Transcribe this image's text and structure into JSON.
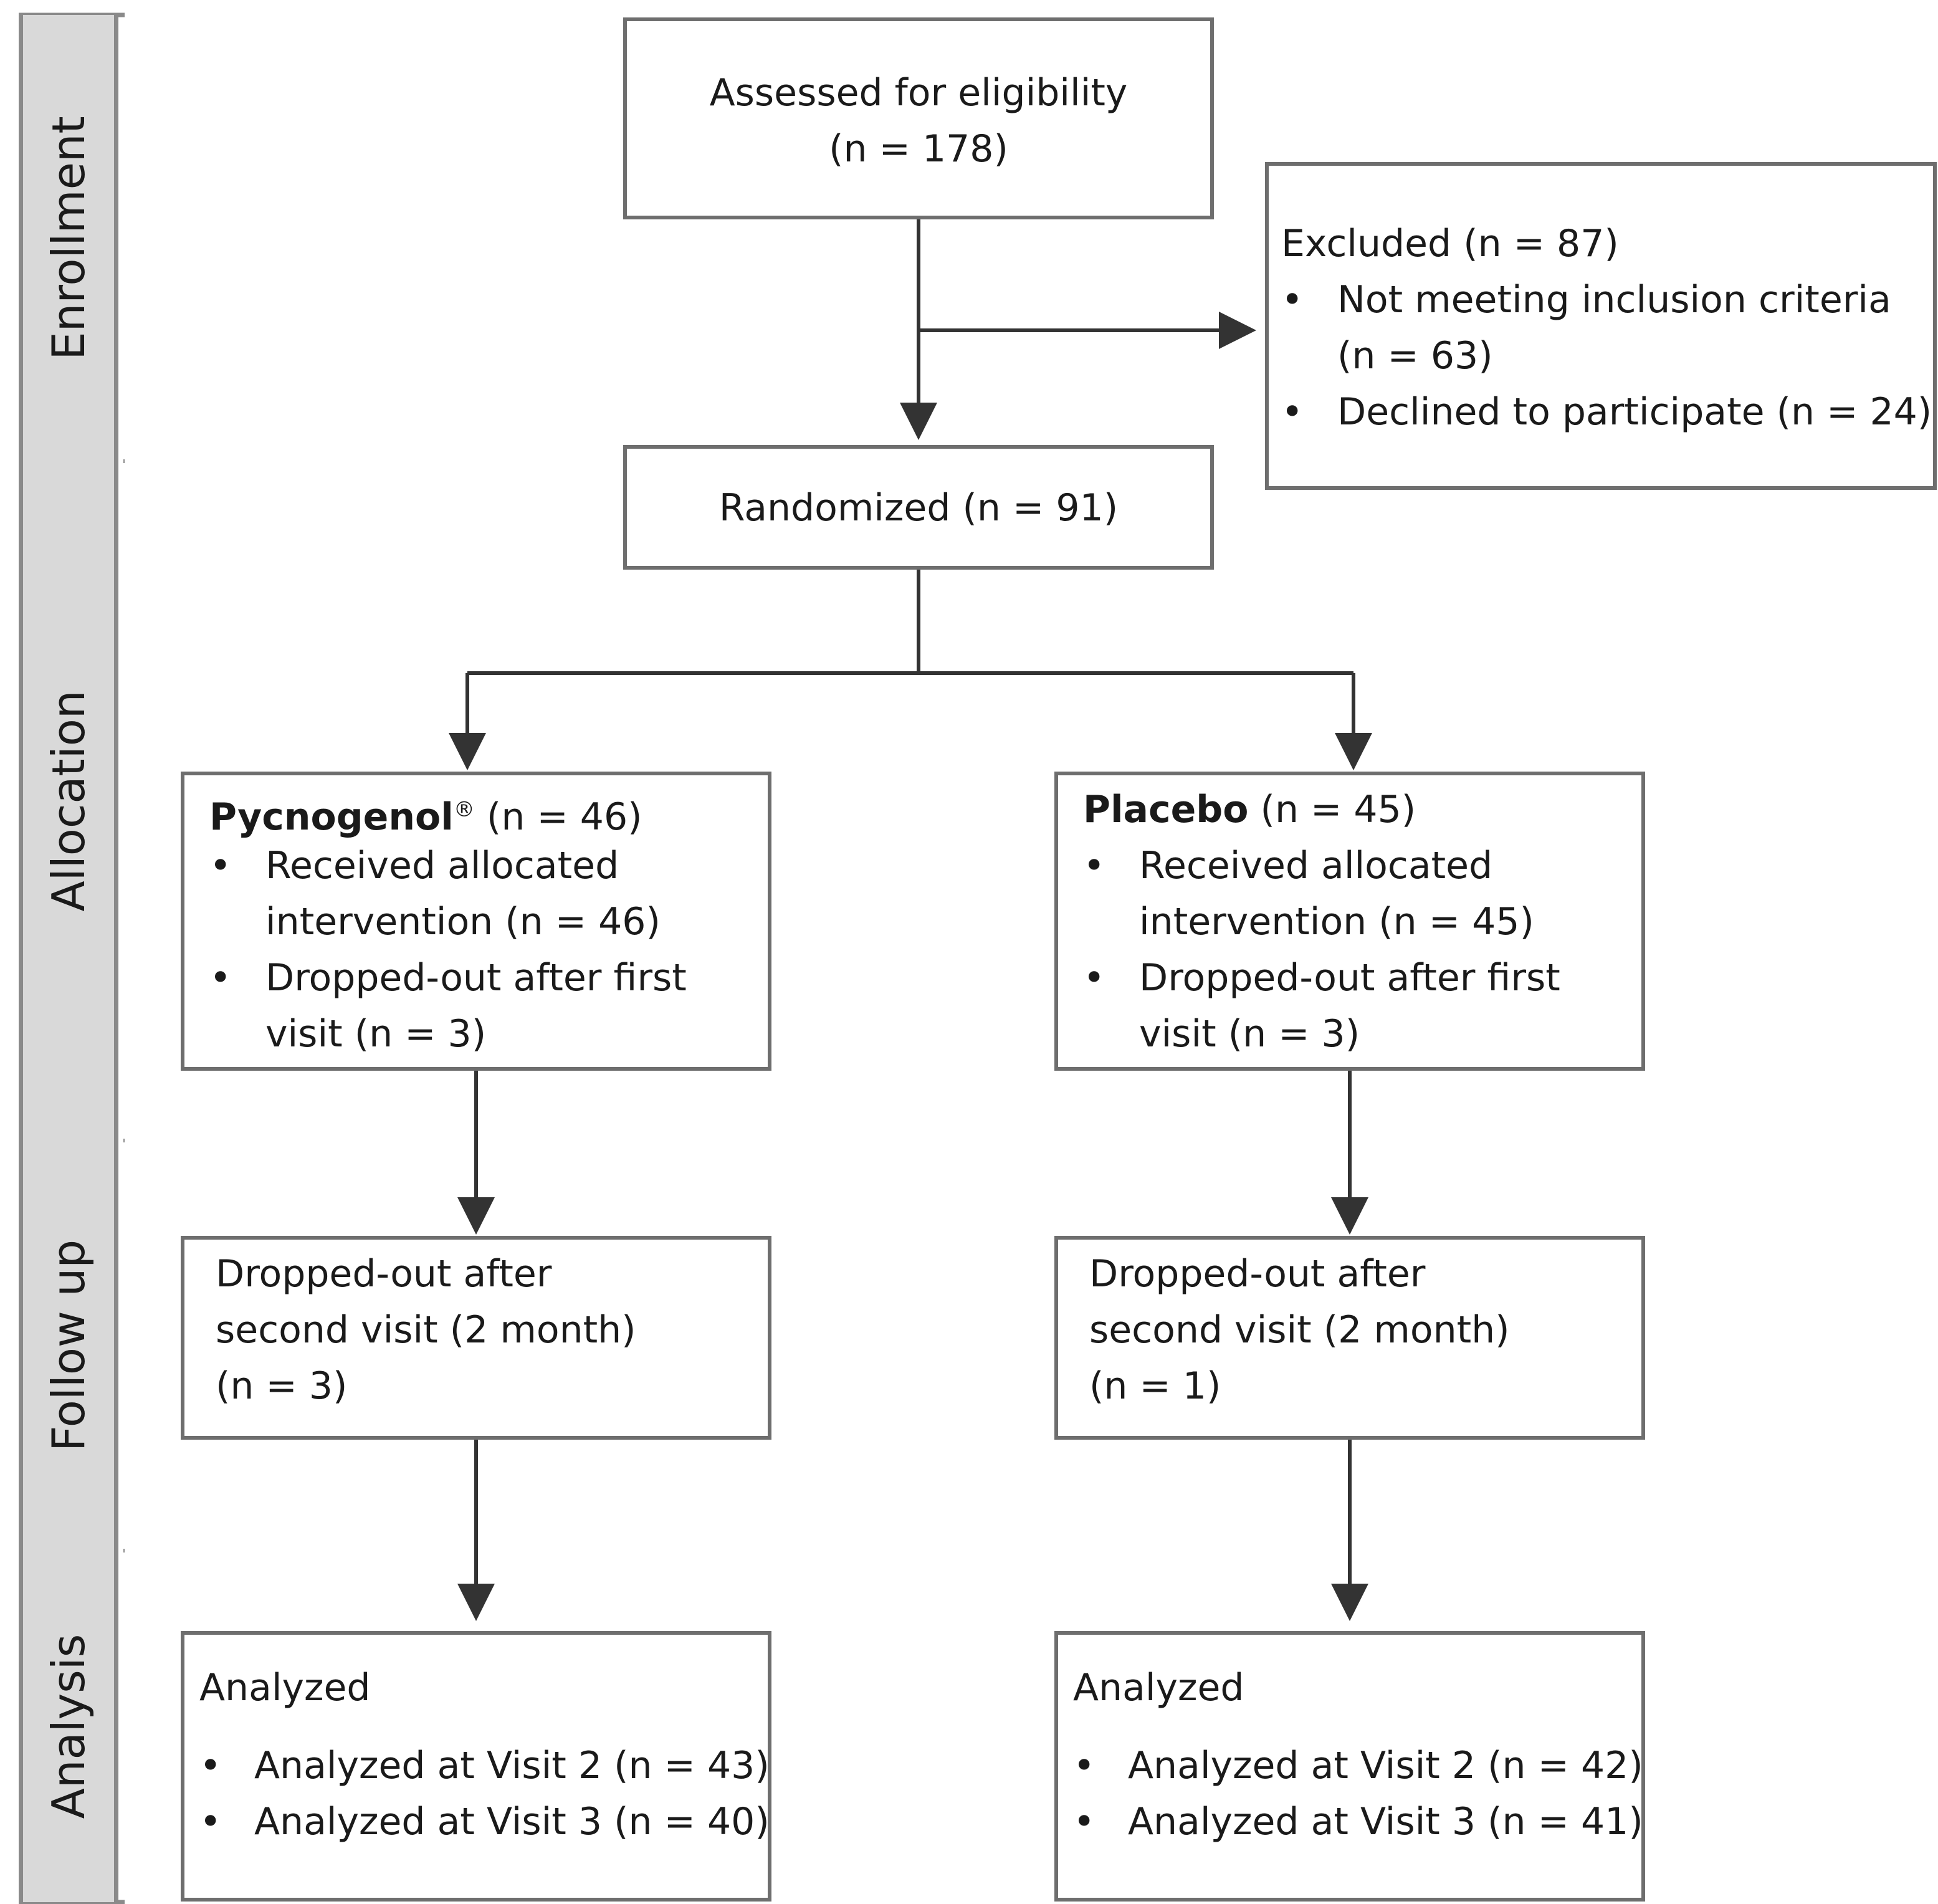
{
  "stages": {
    "enrollment": "Enrollment",
    "allocation": "Allocation",
    "follow_up": "Follow up",
    "analysis": "Analysis"
  },
  "enrollment": {
    "assessed": {
      "line1": "Assessed for eligibility",
      "line2": "(n = 178)"
    },
    "excluded": {
      "title": "Excluded (n = 87)",
      "item1_line1": "Not meeting inclusion criteria",
      "item1_line2": "(n = 63)",
      "item2": "Declined to participate (n = 24)"
    },
    "randomized": "Randomized (n = 91)"
  },
  "arms": {
    "pycnogenol": {
      "name": "Pycnogenol",
      "mark": "®",
      "count": " (n = 46)",
      "item1_line1": "Received allocated",
      "item1_line2": "intervention (n = 46)",
      "item2_line1": "Dropped-out after first",
      "item2_line2": "visit (n = 3)",
      "followup_line1": "Dropped-out after",
      "followup_line2": "second visit (2 month)",
      "followup_line3": "(n = 3)",
      "analysis_title": "Analyzed",
      "analysis_item1": "Analyzed at Visit 2 (n = 43)",
      "analysis_item2": "Analyzed at Visit 3 (n = 40)"
    },
    "placebo": {
      "name": "Placebo",
      "count": " (n = 45)",
      "item1_line1": "Received allocated",
      "item1_line2": "intervention (n = 45)",
      "item2_line1": "Dropped-out after first",
      "item2_line2": "visit (n = 3)",
      "followup_line1": "Dropped-out after",
      "followup_line2": "second visit (2 month)",
      "followup_line3": "(n = 1)",
      "analysis_title": "Analyzed",
      "analysis_item1": "Analyzed at Visit 2 (n = 42)",
      "analysis_item2": "Analyzed at Visit 3 (n = 41)"
    }
  },
  "bullet_symbol": "•",
  "colors": {
    "box_border": "#6e6e6e",
    "arrow": "#333333",
    "stage_bg": "#d9d9d9"
  }
}
